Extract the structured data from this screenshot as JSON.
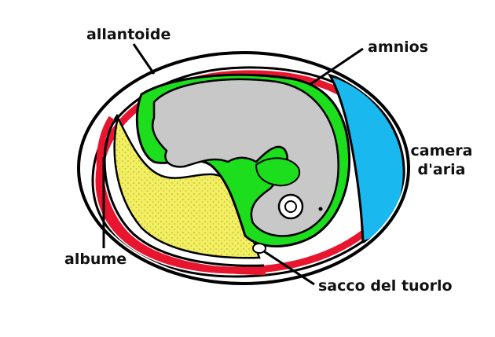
{
  "labels": {
    "allantoide": "allantoide",
    "amnios": "amnios",
    "camera_line1": "camera",
    "camera_line2": "d'aria",
    "albume": "albume",
    "sacco": "sacco del tuorlo"
  },
  "colors": {
    "shell_outline": "#000000",
    "allantois": "#e8152e",
    "amnion": "#1cde1c",
    "air_cell": "#19b8ee",
    "albumen": "#f2ef62",
    "albumen_dots": "#b9b53a",
    "embryo": "#c8c8c8",
    "background": "#ffffff"
  }
}
